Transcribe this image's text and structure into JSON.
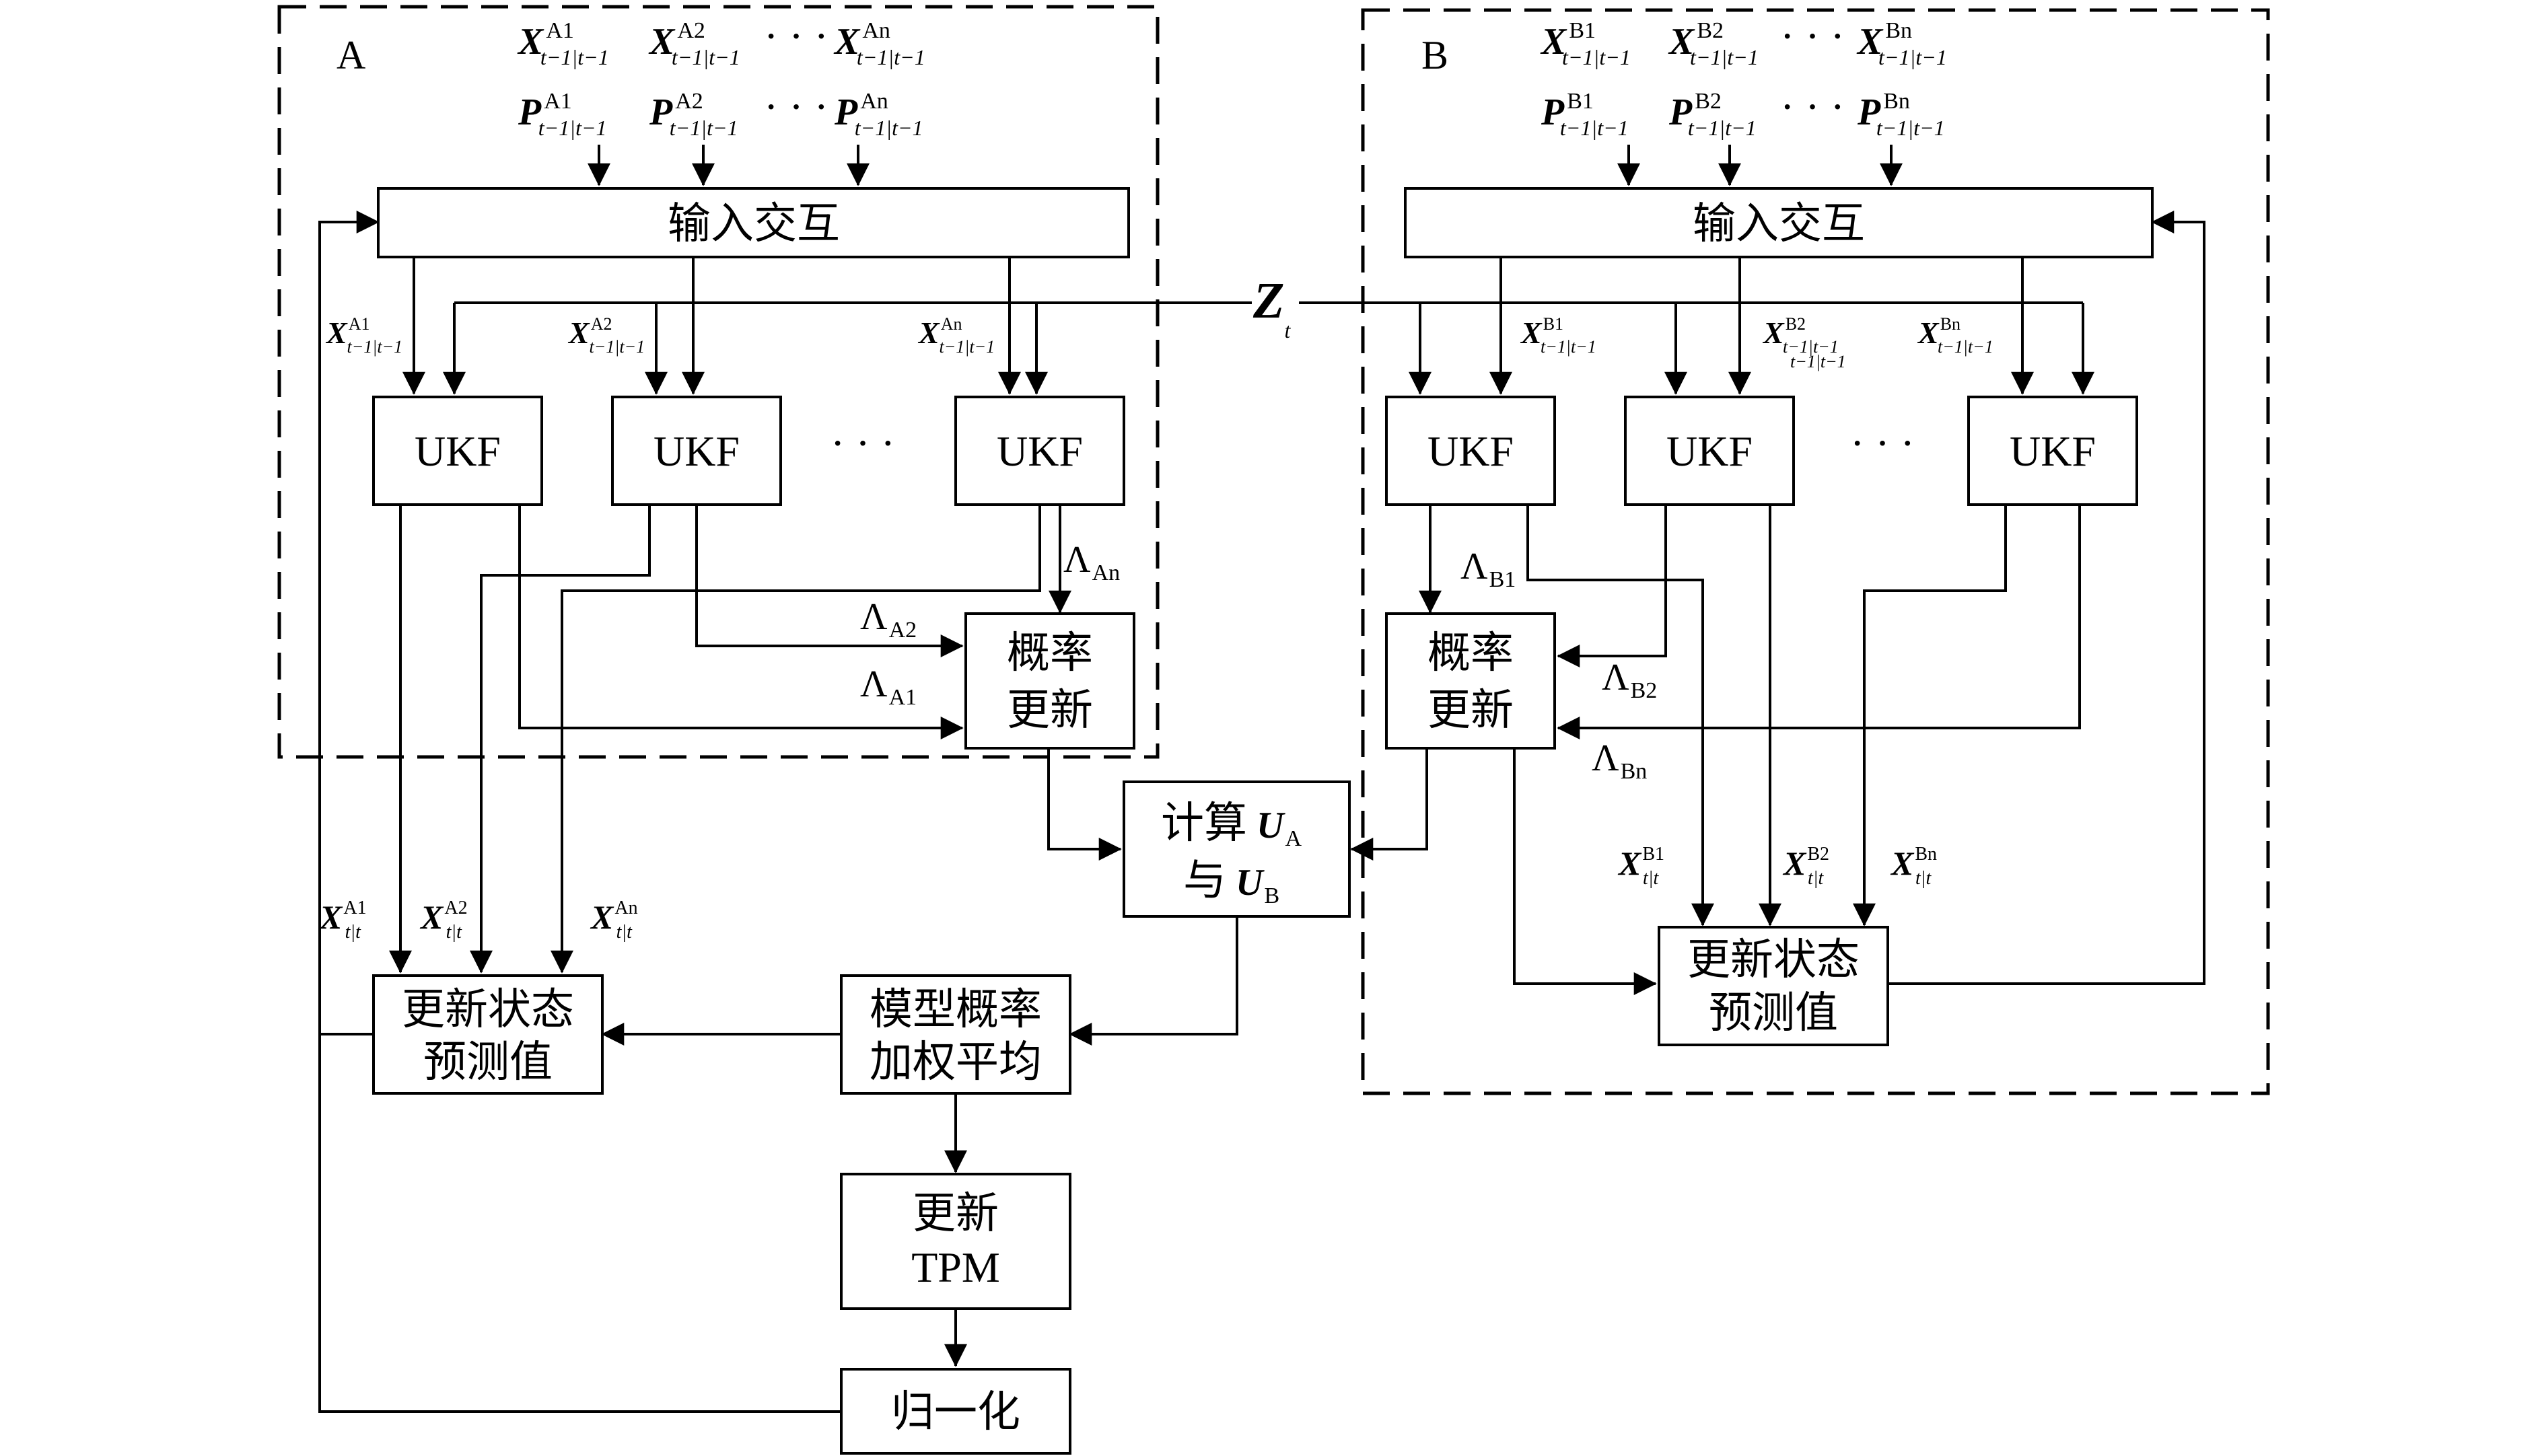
{
  "groups": {
    "a": "A",
    "b": "B"
  },
  "shared_measurement": {
    "symbol": "Z",
    "sub": "t"
  },
  "boxes": {
    "input_a": "输入交互",
    "input_b": "输入交互",
    "ukf": "UKF",
    "dots": "· · ·",
    "prob_update_line1": "概率",
    "prob_update_line2": "更新",
    "calc_line1": "计算",
    "calc_u": "U",
    "calc_sub_a": "A",
    "calc_line2": "与",
    "calc_sub_b": "B",
    "state_update_line1": "更新状态",
    "state_update_line2": "预测值",
    "weighted_line1": "模型概率",
    "weighted_line2": "加权平均",
    "tpm_line1": "更新",
    "tpm_line2": "TPM",
    "normalize": "归一化"
  },
  "symbols": {
    "X": "X",
    "P": "P",
    "prior_sub": "t−1|t−1",
    "prior_sub_stack2": "t−1|t−1",
    "post_sub": "t|t",
    "lambda": "Λ",
    "ellipsis": "· · ·"
  },
  "models": {
    "a": [
      "A1",
      "A2",
      "An"
    ],
    "b": [
      "B1",
      "B2",
      "Bn"
    ]
  }
}
